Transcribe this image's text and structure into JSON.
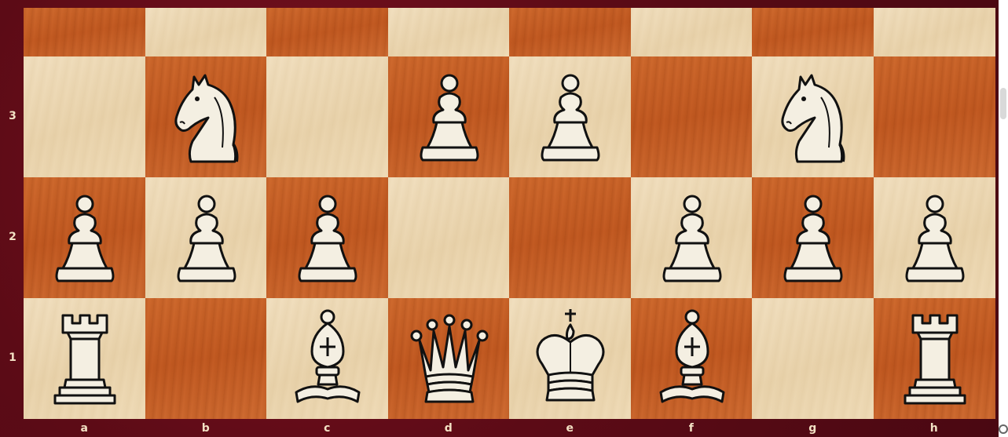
{
  "board": {
    "files": [
      "a",
      "b",
      "c",
      "d",
      "e",
      "f",
      "g",
      "h"
    ],
    "visible_ranks": [
      {
        "rank": "4",
        "shown_label": "",
        "row": 0
      },
      {
        "rank": "3",
        "shown_label": "3",
        "row": 1
      },
      {
        "rank": "2",
        "shown_label": "2",
        "row": 2
      },
      {
        "rank": "1",
        "shown_label": "1",
        "row": 3
      }
    ],
    "colors": {
      "light_square": "#ecd8b3",
      "dark_square": "#c9622a",
      "frame": "#5c0b16",
      "coordinate_text": "#f3e1c4"
    },
    "pieces": [
      {
        "square": "b3",
        "color": "white",
        "type": "knight"
      },
      {
        "square": "d3",
        "color": "white",
        "type": "pawn"
      },
      {
        "square": "e3",
        "color": "white",
        "type": "pawn"
      },
      {
        "square": "g3",
        "color": "white",
        "type": "knight"
      },
      {
        "square": "a2",
        "color": "white",
        "type": "pawn"
      },
      {
        "square": "b2",
        "color": "white",
        "type": "pawn"
      },
      {
        "square": "c2",
        "color": "white",
        "type": "pawn"
      },
      {
        "square": "f2",
        "color": "white",
        "type": "pawn"
      },
      {
        "square": "g2",
        "color": "white",
        "type": "pawn"
      },
      {
        "square": "h2",
        "color": "white",
        "type": "pawn"
      },
      {
        "square": "a1",
        "color": "white",
        "type": "rook"
      },
      {
        "square": "c1",
        "color": "white",
        "type": "bishop"
      },
      {
        "square": "d1",
        "color": "white",
        "type": "queen"
      },
      {
        "square": "e1",
        "color": "white",
        "type": "king"
      },
      {
        "square": "f1",
        "color": "white",
        "type": "bishop"
      },
      {
        "square": "h1",
        "color": "white",
        "type": "rook"
      }
    ]
  }
}
